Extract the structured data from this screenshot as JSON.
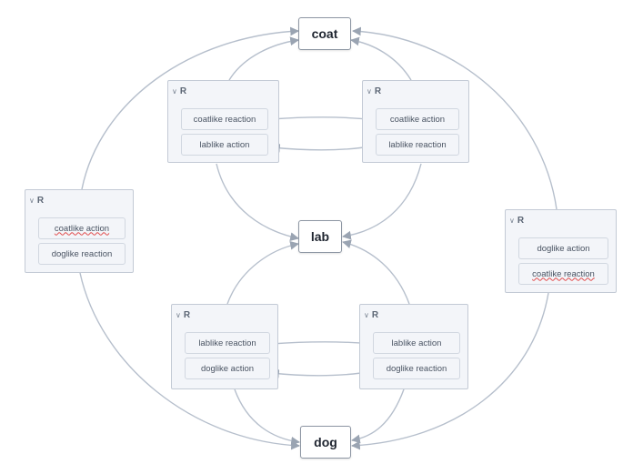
{
  "diagram": {
    "nodes": {
      "coat": "coat",
      "lab": "lab",
      "dog": "dog"
    },
    "relations": [
      {
        "id": "r-coat-left",
        "header": "R",
        "roles": [
          {
            "text": "coatlike reaction",
            "flag": false
          },
          {
            "text": "lablike action",
            "flag": false
          }
        ]
      },
      {
        "id": "r-coat-right",
        "header": "R",
        "roles": [
          {
            "text": "coatlike action",
            "flag": false
          },
          {
            "text": "lablike reaction",
            "flag": false
          }
        ]
      },
      {
        "id": "r-outer-left",
        "header": "R",
        "roles": [
          {
            "text": "coatlike action",
            "flag": true
          },
          {
            "text": "doglike reaction",
            "flag": false
          }
        ]
      },
      {
        "id": "r-outer-right",
        "header": "R",
        "roles": [
          {
            "text": "doglike action",
            "flag": false
          },
          {
            "text": "coatlike reaction",
            "flag": true
          }
        ]
      },
      {
        "id": "r-dog-left",
        "header": "R",
        "roles": [
          {
            "text": "lablike reaction",
            "flag": false
          },
          {
            "text": "doglike action",
            "flag": false
          }
        ]
      },
      {
        "id": "r-dog-right",
        "header": "R",
        "roles": [
          {
            "text": "lablike action",
            "flag": false
          },
          {
            "text": "doglike reaction",
            "flag": false
          }
        ]
      }
    ]
  }
}
